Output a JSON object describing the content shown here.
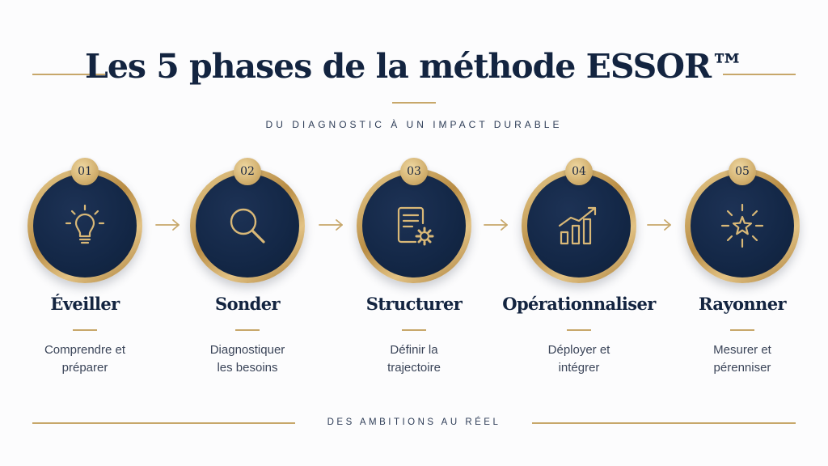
{
  "title": "Les 5 phases de la méthode ESSOR™",
  "subtitle": "DU DIAGNOSTIC À UN IMPACT DURABLE",
  "footer": "DES AMBITIONS AU RÉEL",
  "colors": {
    "navy": "#132440",
    "gold": "#c7a76a",
    "text": "#3a4458",
    "background": "#fcfcfd"
  },
  "phases": [
    {
      "number": "01",
      "title": "Éveiller",
      "desc_line1": "Comprendre et",
      "desc_line2": "préparer",
      "icon": "lightbulb-icon"
    },
    {
      "number": "02",
      "title": "Sonder",
      "desc_line1": "Diagnostiquer",
      "desc_line2": "les besoins",
      "icon": "magnifier-icon"
    },
    {
      "number": "03",
      "title": "Structurer",
      "desc_line1": "Définir la",
      "desc_line2": "trajectoire",
      "icon": "document-gear-icon"
    },
    {
      "number": "04",
      "title": "Opérationnaliser",
      "desc_line1": "Déployer et",
      "desc_line2": "intégrer",
      "icon": "growth-chart-icon"
    },
    {
      "number": "05",
      "title": "Rayonner",
      "desc_line1": "Mesurer et",
      "desc_line2": "pérenniser",
      "icon": "radiant-star-icon"
    }
  ]
}
